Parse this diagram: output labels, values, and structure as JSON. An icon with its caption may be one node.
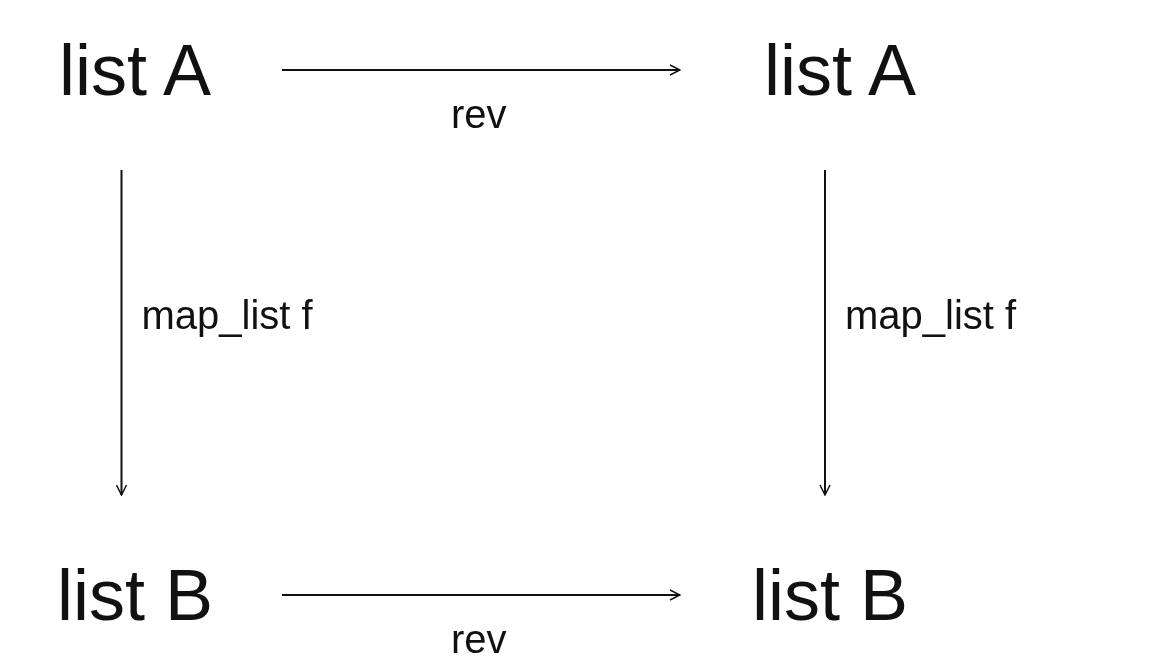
{
  "diagram": {
    "nodes": [
      {
        "text": [
          "list A"
        ]
      },
      {
        "text": [
          "list A"
        ]
      },
      {
        "text": [
          "list B"
        ]
      },
      {
        "text": [
          "list B"
        ]
      }
    ],
    "edges": [
      {
        "from": 0,
        "to": 1,
        "arrow": "to",
        "label": "rev"
      },
      {
        "from": 0,
        "to": 2,
        "arrow": "to",
        "label": "map_list f"
      },
      {
        "from": 1,
        "to": 3,
        "arrow": "to",
        "label": "map_list f"
      },
      {
        "from": 2,
        "to": 3,
        "arrow": "to",
        "label": "rev"
      }
    ]
  }
}
